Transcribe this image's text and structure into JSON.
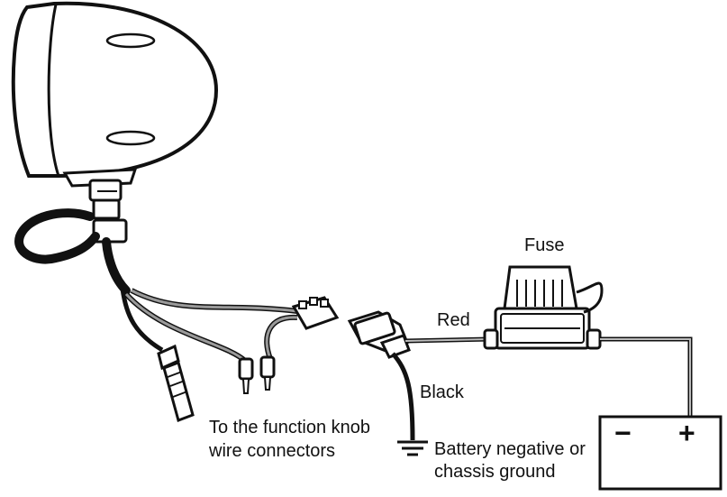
{
  "labels": {
    "fuse": "Fuse",
    "red": "Red",
    "black": "Black",
    "function_knob_line1": "To the function knob",
    "function_knob_line2": "wire connectors",
    "ground_line1": "Battery negative or",
    "ground_line2": "chassis ground",
    "battery_minus": "−",
    "battery_plus": "+"
  },
  "colors": {
    "ink": "#111111",
    "gray_wire": "#9a9a9a",
    "background": "#ffffff"
  }
}
